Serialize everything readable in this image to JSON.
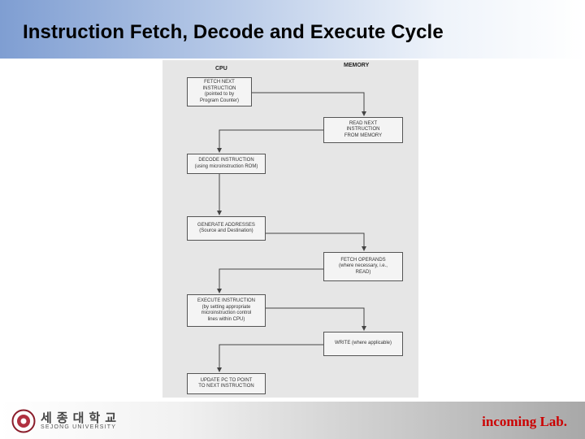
{
  "slide": {
    "title": "Instruction Fetch, Decode and Execute Cycle"
  },
  "diagram": {
    "columns": {
      "cpu": "CPU",
      "memory": "MEMORY"
    },
    "steps": {
      "fetch": "FETCH NEXT\nINSTRUCTION\n(pointed to by\nProgram Counter)",
      "read": "READ NEXT\nINSTRUCTION\nFROM MEMORY",
      "decode": "DECODE INSTRUCTION\n(using microinstruction ROM)",
      "generate": "GENERATE ADDRESSES\n(Source and Destination)",
      "operands": "FETCH OPERANDS\n(where necessary, i.e.,\nREAD)",
      "execute": "EXECUTE INSTRUCTION\n(by setting appropriate\nmicroinstruction control\nlines within CPU)",
      "write": "WRITE (where applicable)",
      "update": "UPDATE PC TO POINT\nTO NEXT INSTRUCTION"
    }
  },
  "footer": {
    "university_korean": "세종대학교",
    "university_english": "SEJONG UNIVERSITY",
    "lab": "incoming Lab."
  },
  "colors": {
    "header_gradient_start": "#7f9ed2",
    "lab_text": "#cc0000"
  }
}
